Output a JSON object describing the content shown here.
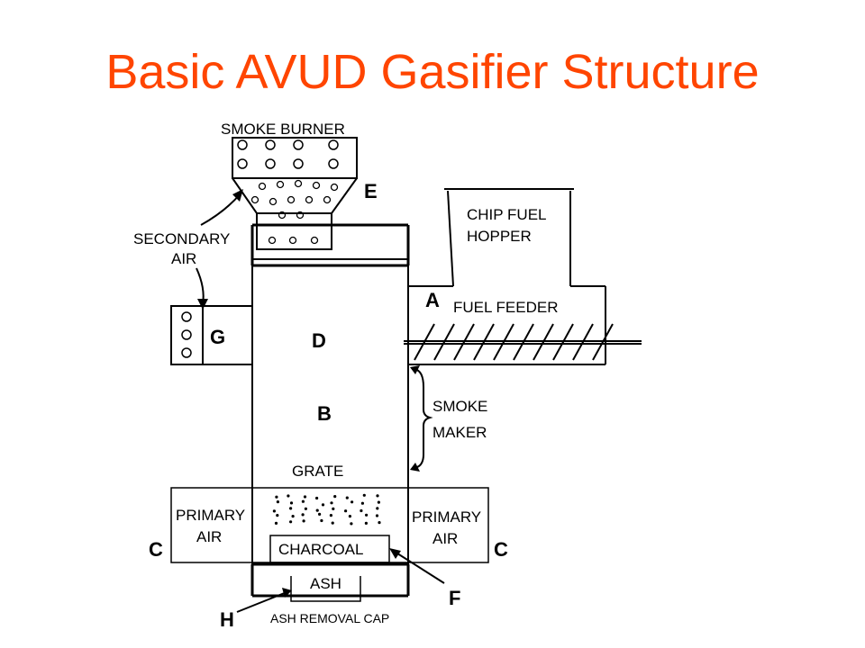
{
  "title": "Basic AVUD Gasifier Structure",
  "labels": {
    "smoke_burner": "SMOKE BURNER",
    "secondary_air_1": "SECONDARY",
    "secondary_air_2": "AIR",
    "chip_fuel_1": "CHIP FUEL",
    "chip_fuel_2": "HOPPER",
    "fuel_feeder": "FUEL FEEDER",
    "smoke_maker_1": "SMOKE",
    "smoke_maker_2": "MAKER",
    "grate": "GRATE",
    "primary_air_l_1": "PRIMARY",
    "primary_air_l_2": "AIR",
    "primary_air_r_1": "PRIMARY",
    "primary_air_r_2": "AIR",
    "charcoal": "CHARCOAL",
    "ash": "ASH",
    "ash_removal_cap": "ASH REMOVAL CAP"
  },
  "letters": {
    "a": "A",
    "b": "B",
    "c_left": "C",
    "c_right": "C",
    "d": "D",
    "e": "E",
    "f": "F",
    "g": "G",
    "h": "H"
  },
  "colors": {
    "title": "#ff4500",
    "lines": "#000000"
  }
}
